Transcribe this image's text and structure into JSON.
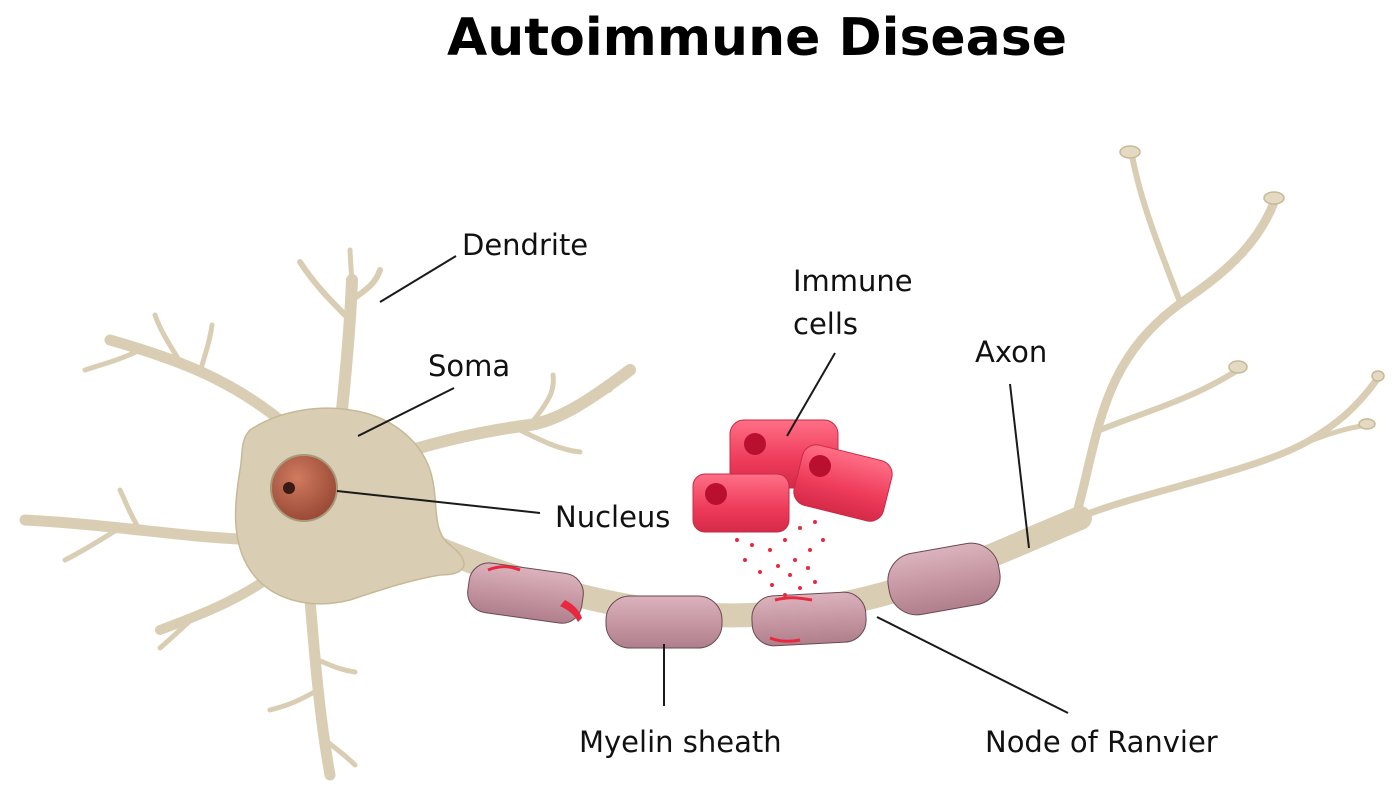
{
  "title": "Autoimmune Disease",
  "labels": {
    "dendrite": "Dendrite",
    "soma": "Soma",
    "immune_line1": "Immune",
    "immune_line2": "cells",
    "axon": "Axon",
    "nucleus": "Nucleus",
    "myelin": "Myelin sheath",
    "node": "Node of Ranvier"
  },
  "colors": {
    "neuron_fill": "#d9ceb4",
    "neuron_edge": "#c7b995",
    "nucleus": "#b5604a",
    "myelin": "#c89aa6",
    "immune": "#ee3b5a",
    "damage": "#e8283f"
  }
}
